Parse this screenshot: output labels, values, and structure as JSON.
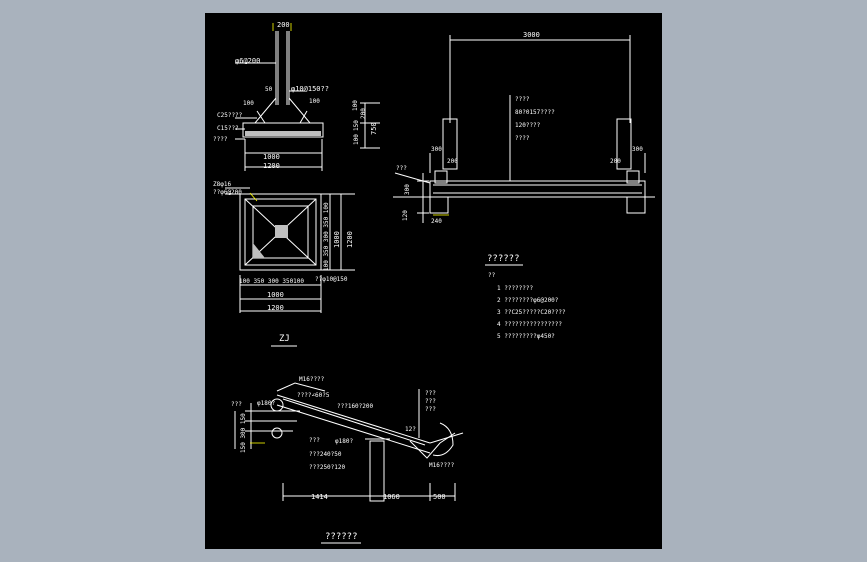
{
  "footing": {
    "dim_top": "200",
    "rebar_top": "φ6@200",
    "rebar_right": "φ10@150??",
    "dim_50": "50",
    "dim_100a": "100",
    "dim_100b": "100",
    "concrete_c25": "C25????",
    "concrete_c15": "C15???",
    "mark_q": "????",
    "dim_1000": "1000",
    "dim_1200": "1200",
    "vdim_100": "100",
    "vdim_150": "150",
    "vdim_200": "200",
    "vdim_100b": "100",
    "vdim_750": "750"
  },
  "plan": {
    "label_rebar1": "Z8φ16",
    "label_rebar2": "??φ6@200",
    "bottom_dims": "100 350  300 350100",
    "bottom_rebar": "??φ10@150",
    "dim_1000": "1000",
    "dim_1200": "1200",
    "right_dims": "100 350 300 350 100",
    "right_1000": "1000",
    "right_1200": "1200",
    "title": "ZJ"
  },
  "elevation": {
    "span": "3000",
    "notes": [
      "????",
      "80?0157????",
      "120????",
      "????"
    ],
    "left_label": "???",
    "dim_300_l": "300",
    "dim_200_l": "200",
    "dim_200_r": "200",
    "dim_300_r": "300",
    "vdim_300": "300",
    "vdim_240": "240",
    "vdim_120": "120"
  },
  "notes_block": {
    "title": "??????",
    "sub": "??",
    "items": [
      "1  ????????",
      "2  ????????φ6@200?",
      "3  ??C25?????C20????",
      "4  ????????????????",
      "5  ?????????φ450?"
    ]
  },
  "section": {
    "m16_top": "M16????",
    "phi180_a": "φ180?",
    "q_left": "???",
    "rebar_60": "????∠60?5",
    "bar_160": "???160?200",
    "q1": "???",
    "q2": "???",
    "q3": "???",
    "v_labels": "150 300 150",
    "phi180_b": "φ180?",
    "q_mid": "???",
    "bar_240": "???240?50",
    "bar_250": "???250?120",
    "m16_bot": "M16????",
    "angle": "12?",
    "dim_1414": "1414",
    "dim_1060": "1060",
    "dim_500": "500",
    "title": "??????"
  }
}
